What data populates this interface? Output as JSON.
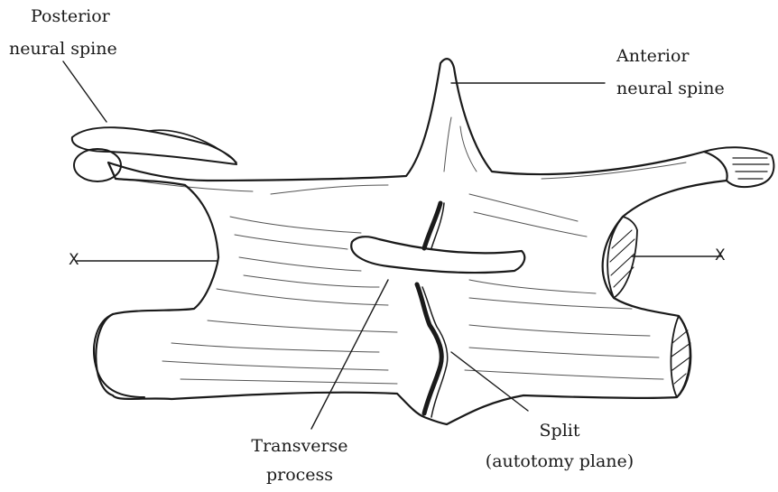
{
  "labels": {
    "posterior_spine": {
      "line1": "Posterior",
      "line2": "neural spine"
    },
    "anterior_spine": {
      "line1": "Anterior",
      "line2": "neural spine"
    },
    "transverse": {
      "line1": "Transverse",
      "line2": "process"
    },
    "split": {
      "line1": "Split",
      "line2": "(autotomy plane)"
    },
    "axis_left": "X",
    "axis_right": "X"
  },
  "colors": {
    "ink": "#1a1a1a",
    "paper": "#ffffff"
  }
}
